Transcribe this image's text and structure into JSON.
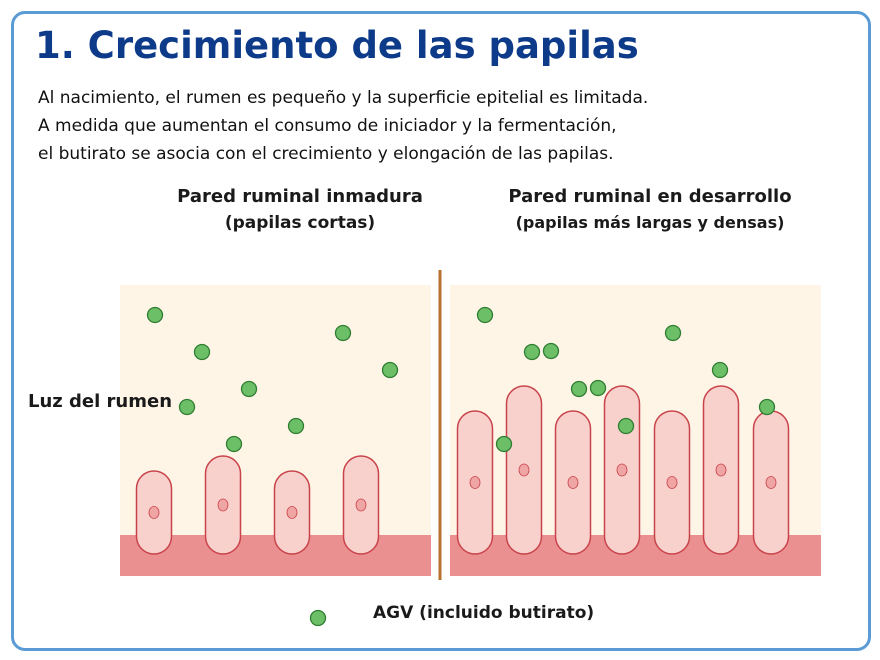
{
  "title": "1. Crecimiento de las papilas",
  "intro": [
    "Al nacimiento, el rumen es pequeño y la superficie epitelial es limitada.",
    "A medida que aumentan el consumo de iniciador y la fermentación,",
    "el butirato se asocia con el crecimiento y elongación de las papilas."
  ],
  "panels": {
    "left": {
      "heading": "Pared ruminal inmadura",
      "subheading": "(papilas cortas)"
    },
    "right": {
      "heading": "Pared ruminal en desarrollo",
      "subheading": "(papilas más largas y densas)"
    }
  },
  "side_label": "Luz del rumen",
  "legend": {
    "label": "AGV (incluido butirato)",
    "icon": "vfa-molecule-icon"
  },
  "colors": {
    "title": "#0d3b8a",
    "frame_border": "#5b9bd5",
    "lumen": "#fef5e6",
    "wall": "#eb9090",
    "papilla_fill": "#f8d0cc",
    "papilla_stroke": "#c8434a",
    "vfa_fill": "#6dbf67",
    "vfa_stroke": "#2e7d32",
    "divider": "#b8702e"
  }
}
